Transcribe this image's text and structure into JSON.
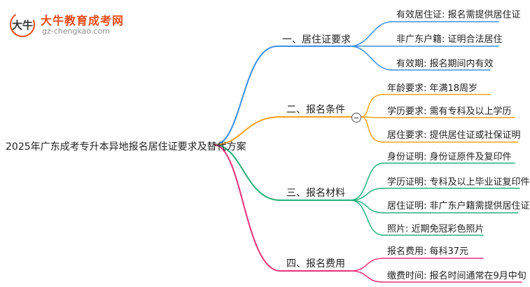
{
  "logo": {
    "title": "大牛教育成考网",
    "url": "gz-chengkao.com",
    "mark_text": "大牛"
  },
  "root": {
    "label": "2025年广东成考专升本异地报名居住证要求及替代方案"
  },
  "branches": [
    {
      "label": "一、居住证要求",
      "color": "#3a8ee6",
      "leaves": [
        "有效居住证: 报名需提供居住证",
        "非广东户籍: 证明合法居住",
        "有效期: 报名期间内有效"
      ]
    },
    {
      "label": "二、报名条件",
      "color": "#f5a31a",
      "leaves": [
        "年龄要求: 年满18周岁",
        "学历要求: 需有专科及以上学历",
        "居住要求: 提供居住证或社保证明"
      ]
    },
    {
      "label": "三、报名材料",
      "color": "#27b07a",
      "leaves": [
        "身份证明: 身份证原件及复印件",
        "学历证明: 专科及以上毕业证复印件",
        "居住证明: 非广东户籍需提供居住证",
        "照片: 近期免冠彩色照片"
      ]
    },
    {
      "label": "四、报名费用",
      "color": "#e6317a",
      "leaves": [
        "报名费用: 每科37元",
        "缴费时间: 报名时间通常在9月中旬"
      ]
    }
  ]
}
